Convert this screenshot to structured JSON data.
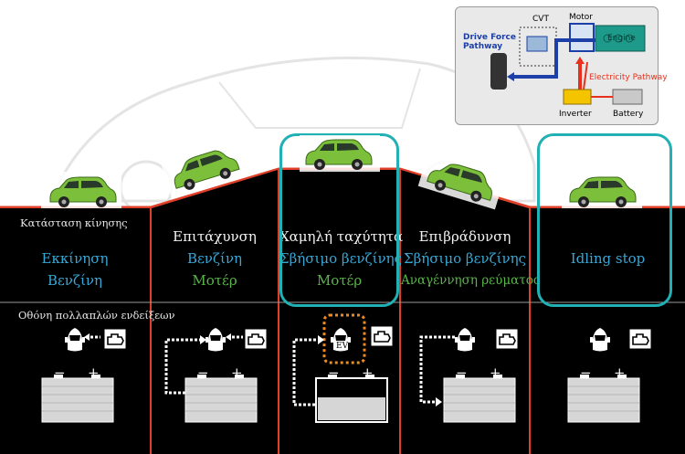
{
  "inset": {
    "cvt_label": "CVT",
    "motor_label": "Motor",
    "engine_label": "Engine",
    "drive_force_label": "Drive Force\nPathway",
    "electricity_label": "Electricity Pathway",
    "inverter_label": "Inverter",
    "battery_label": "Battery"
  },
  "rows": {
    "driving_state_label": "Κατάσταση κίνησης",
    "display_label": "Οθόνη πολλαπλών ενδείξεων"
  },
  "panels": [
    {
      "lines": [
        {
          "text": "Εκκίνηση",
          "color": "cyan"
        },
        {
          "text": "Βενζίνη",
          "color": "cyan"
        }
      ]
    },
    {
      "lines": [
        {
          "text": "Επιτάχυνση",
          "color": "white"
        },
        {
          "text": "Βενζίνη",
          "color": "cyan"
        },
        {
          "text": "Μοτέρ",
          "color": "green"
        }
      ]
    },
    {
      "lines": [
        {
          "text": "Χαμηλή ταχύτητα",
          "color": "white"
        },
        {
          "text": "Σβήσιμο βενζίνης",
          "color": "cyan"
        },
        {
          "text": "Μοτέρ",
          "color": "green"
        }
      ],
      "highlighted": true
    },
    {
      "lines": [
        {
          "text": "Επιβράδυνση",
          "color": "white"
        },
        {
          "text": "Σβήσιμο βενζίνης",
          "color": "cyan"
        },
        {
          "text": "Αναγέννηση ρεύματος",
          "color": "green"
        }
      ]
    },
    {
      "lines": [
        {
          "text": "Idling stop",
          "color": "cyan"
        }
      ],
      "highlighted": true
    }
  ],
  "ev_label": "EV",
  "battery_signs": {
    "minus": "−",
    "plus": "+"
  },
  "colors": {
    "panel_bg": "#000000",
    "separator": "#e0402a",
    "highlight": "#21b0b3",
    "cyan_text": "#38a8d6",
    "green_text": "#5ab64a",
    "car_body": "#7cbf3a",
    "ev_dotted": "#f08a1c",
    "electric_arrow": "#e8301c",
    "drive_arrow": "#1c3fa8"
  }
}
